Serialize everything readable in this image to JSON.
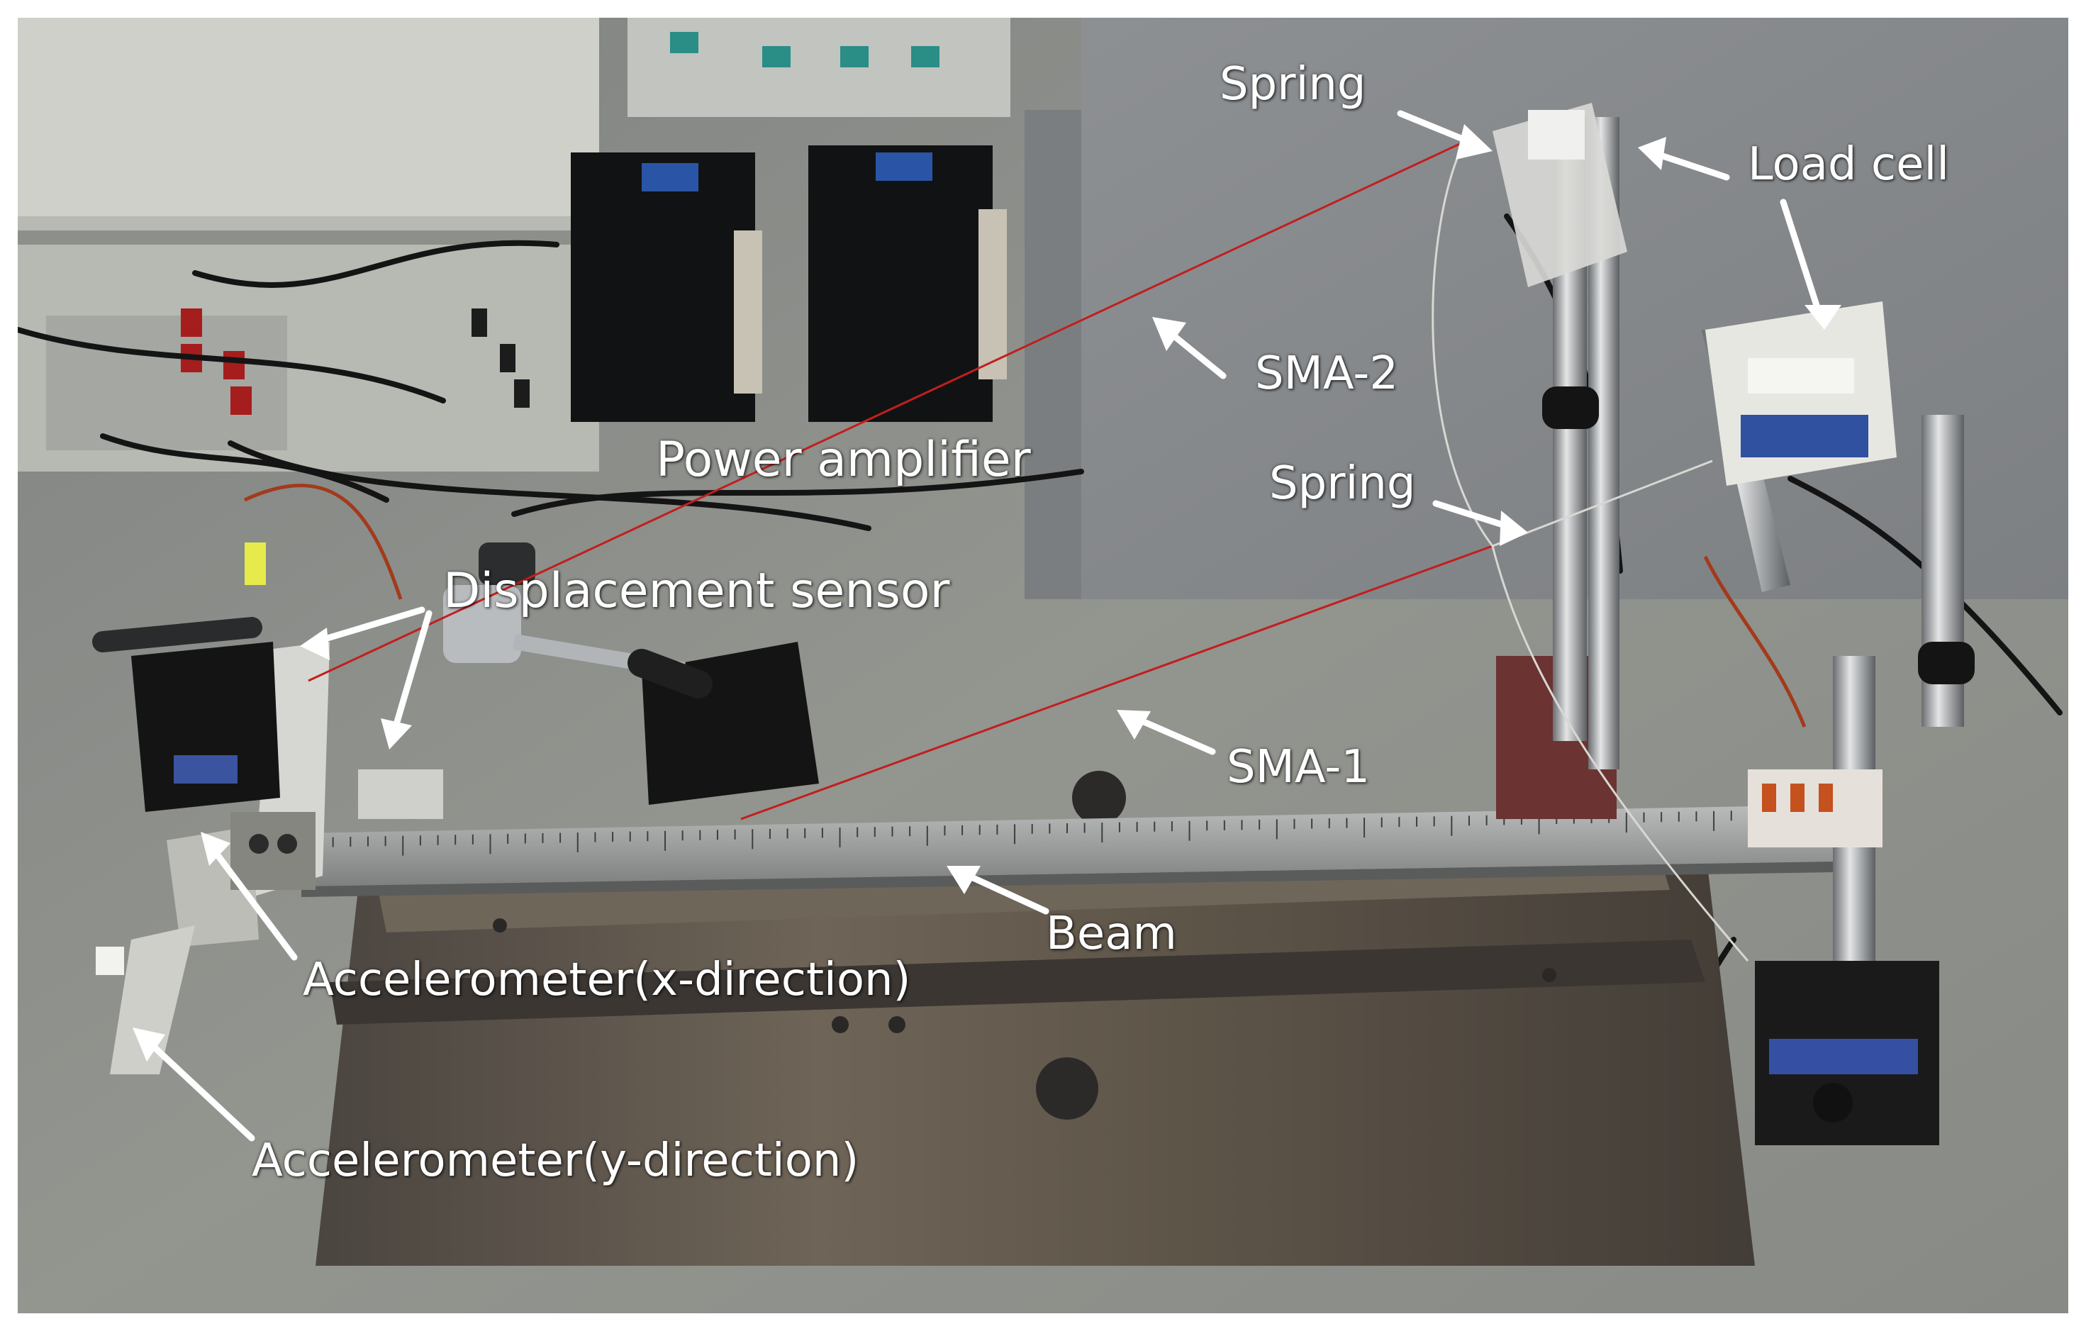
{
  "photo": {
    "labels": {
      "spring_top": "Spring",
      "load_cell": "Load cell",
      "sma2": "SMA-2",
      "power_amplifier": "Power amplifier",
      "spring_mid": "Spring",
      "displacement_sensor": "Displacement  sensor",
      "sma1": "SMA-1",
      "beam": "Beam",
      "accel_x": "Accelerometer(x-direction)",
      "accel_y": "Accelerometer(y-direction)"
    },
    "colors": {
      "table_gray": "#8f918e",
      "steel_plate": "#5b544c",
      "beam_steel": "#9a9c9b",
      "black_equipment": "#1b1c1d",
      "annotation_white": "#ffffff",
      "sma_wire_red": "#c21e1e"
    }
  }
}
